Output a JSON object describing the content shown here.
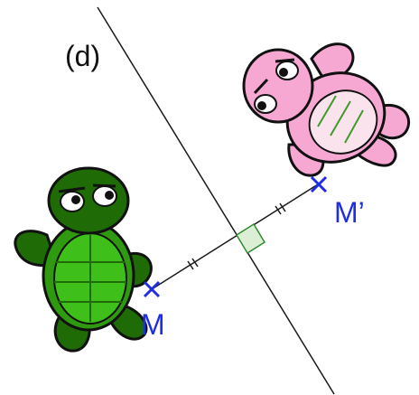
{
  "labels": {
    "line": "(d)",
    "point": "M",
    "image_point": "M’"
  },
  "colors": {
    "line": "#1a1a1a",
    "segment": "#1a1a1a",
    "point_marker": "#1e2ee0",
    "point_label": "#1e2ee0",
    "right_angle_fill": "#dcefd6",
    "right_angle_stroke": "#2e8b2e",
    "green_turtle_dark": "#1f6b06",
    "green_turtle_mid": "#2f9a10",
    "green_turtle_shell": "#3fbf1a",
    "pink_turtle_body": "#f7a8d2",
    "pink_turtle_shell": "#fbe3ee",
    "pink_turtle_shell_lines": "#3e9b2a",
    "outline": "#111111"
  },
  "icons": {
    "point_marker": "cross-mark",
    "green_turtle": "green-turtle-illustration",
    "pink_turtle": "pink-turtle-illustration"
  }
}
